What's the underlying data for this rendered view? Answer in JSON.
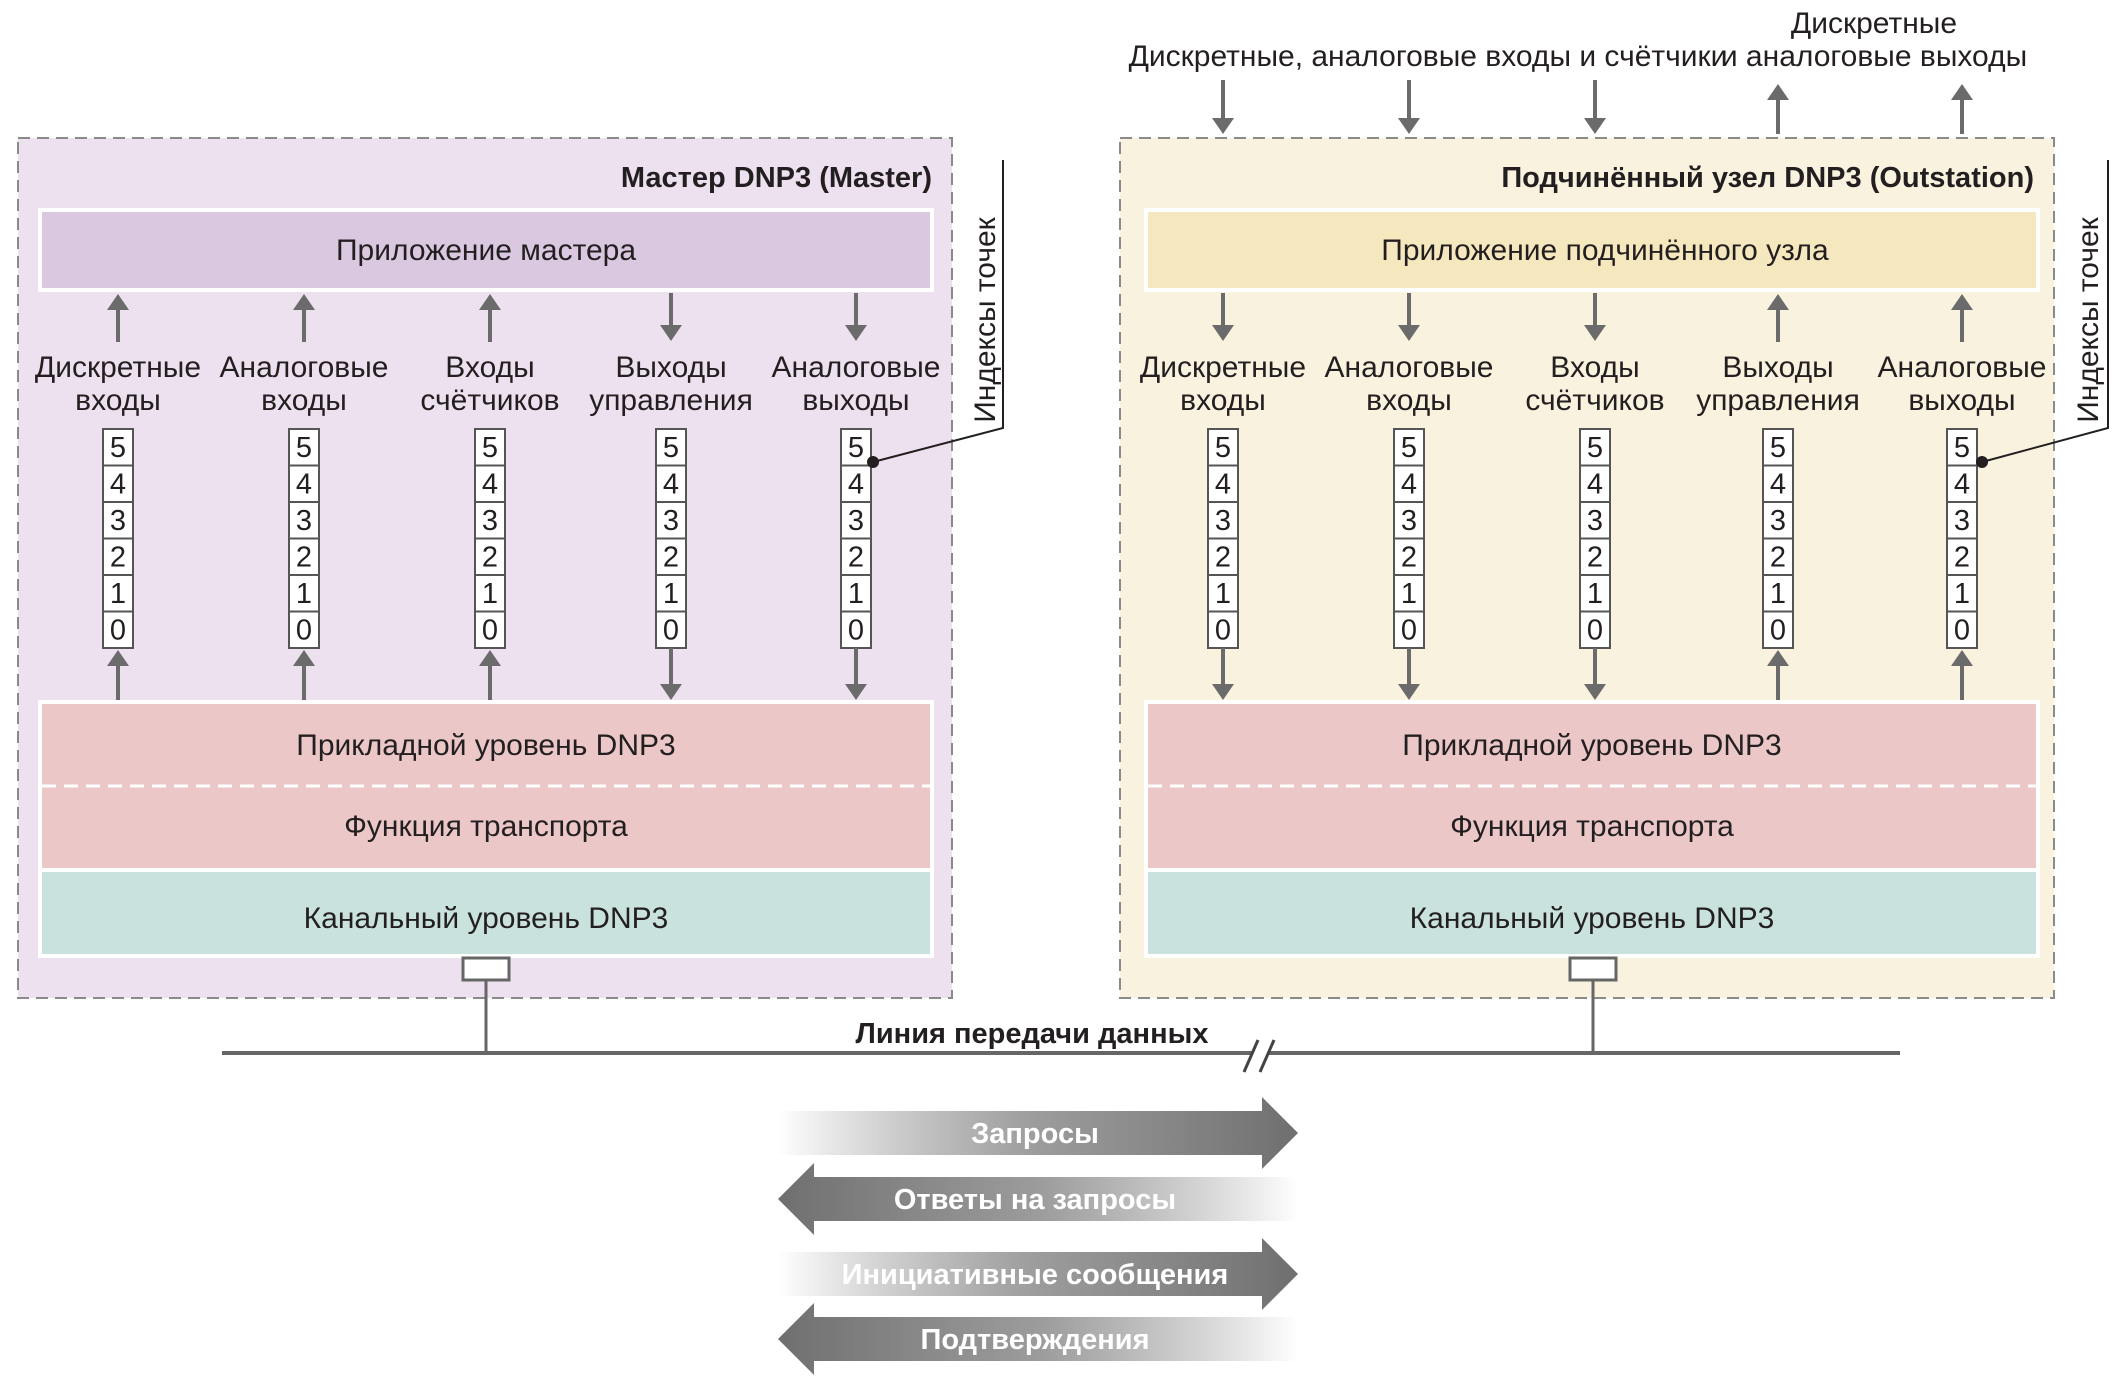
{
  "top_labels": {
    "inputs": "Дискретные, аналоговые входы и счётчики",
    "outputs_line1": "Дискретные",
    "outputs_line2": "и аналоговые выходы"
  },
  "master": {
    "title": "Мастер DNP3 (Master)",
    "app": "Приложение мастера",
    "bg_color": "#ede1ef",
    "app_color": "#dac8e0"
  },
  "outstation": {
    "title": "Подчинённый узел DNP3 (Outstation)",
    "app": "Приложение подчинённого узла",
    "bg_color": "#f8f2de",
    "app_color": "#f6e8be"
  },
  "columns": [
    {
      "line1": "Дискретные",
      "line2": "входы"
    },
    {
      "line1": "Аналоговые",
      "line2": "входы"
    },
    {
      "line1": "Входы",
      "line2": "счётчиков"
    },
    {
      "line1": "Выходы",
      "line2": "управления"
    },
    {
      "line1": "Аналоговые",
      "line2": "выходы"
    }
  ],
  "indices": [
    "5",
    "4",
    "3",
    "2",
    "1",
    "0"
  ],
  "point_indices_label": "Индексы точек",
  "layers": {
    "application": "Прикладной уровень DNP3",
    "transport": "Функция транспорта",
    "link": "Канальный уровень DNP3",
    "app_color": "#ebc7c7",
    "link_color": "#c9e2dd"
  },
  "data_line": "Линия передачи данных",
  "messages": [
    {
      "label": "Запросы",
      "direction": "right"
    },
    {
      "label": "Ответы на запросы",
      "direction": "left"
    },
    {
      "label": "Инициативные сообщения",
      "direction": "right"
    },
    {
      "label": "Подтверждения",
      "direction": "left"
    }
  ]
}
